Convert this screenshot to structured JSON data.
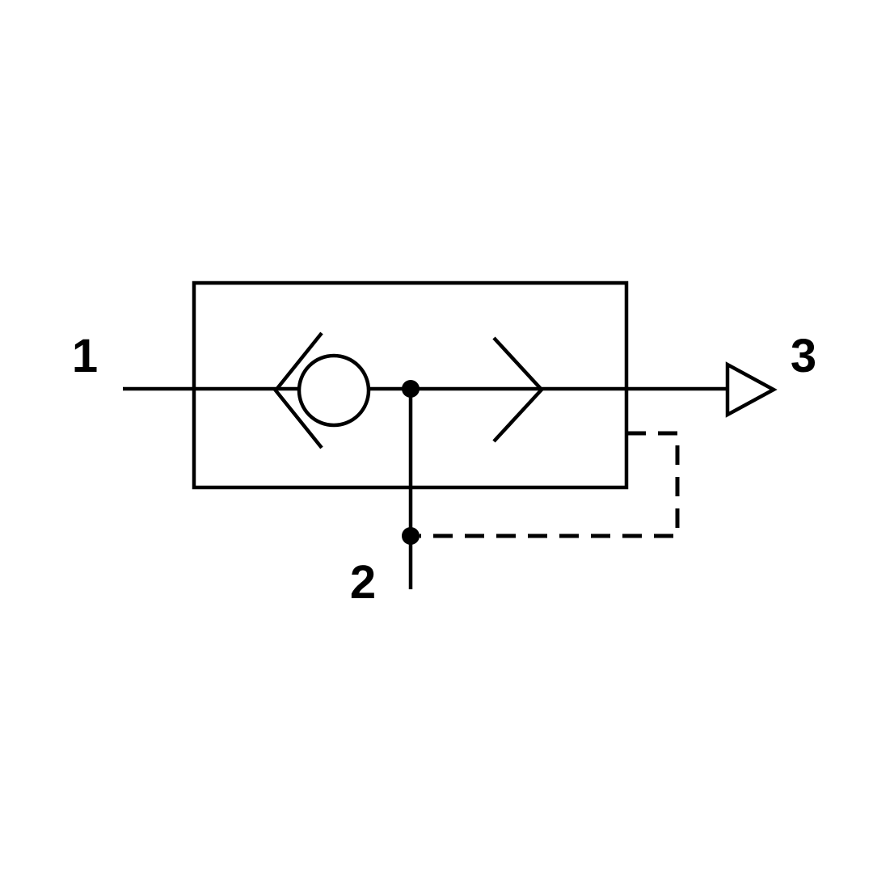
{
  "diagram": {
    "line_color": "#000000",
    "background_color": "#ffffff",
    "ports": [
      {
        "label": "1"
      },
      {
        "label": "2"
      },
      {
        "label": "3"
      }
    ]
  }
}
